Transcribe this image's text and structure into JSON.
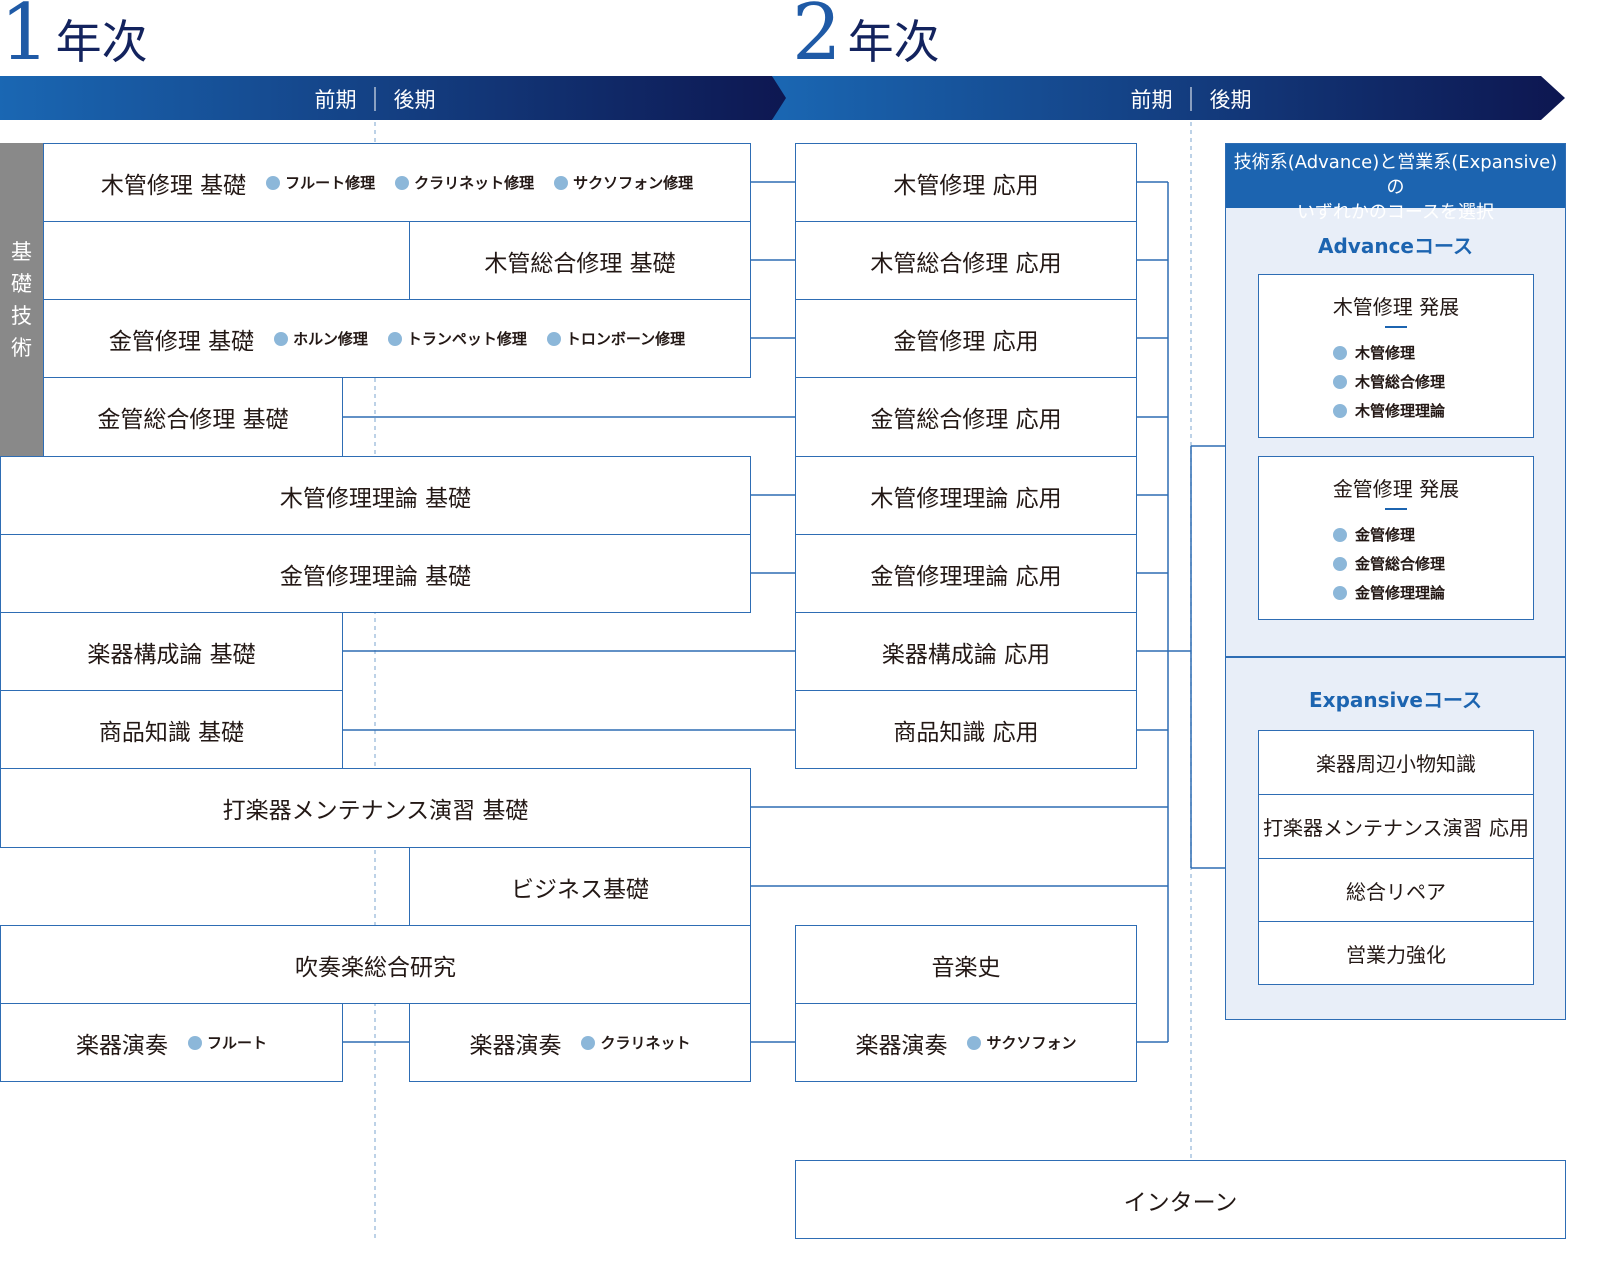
{
  "year1": {
    "num": "1",
    "label": "年次",
    "term_early": "前期",
    "term_late": "後期"
  },
  "year2": {
    "num": "2",
    "label": "年次",
    "term_early": "前期",
    "term_late": "後期"
  },
  "side_label": [
    "基",
    "礎",
    "技",
    "術"
  ],
  "y1": {
    "wood_basic": "木管修理 基礎",
    "wood_subs": [
      "フルート修理",
      "クラリネット修理",
      "サクソフォン修理"
    ],
    "wood_total_basic": "木管総合修理 基礎",
    "brass_basic": "金管修理 基礎",
    "brass_subs": [
      "ホルン修理",
      "トランペット修理",
      "トロンボーン修理"
    ],
    "brass_total_basic": "金管総合修理 基礎",
    "wood_theory_basic": "木管修理理論 基礎",
    "brass_theory_basic": "金管修理理論 基礎",
    "instr_struct_basic": "楽器構成論 基礎",
    "product_basic": "商品知識 基礎",
    "perc_basic": "打楽器メンテナンス演習 基礎",
    "business": "ビジネス基礎",
    "band": "吹奏楽総合研究",
    "perf_flute": "楽器演奏",
    "perf_flute_sub": "フルート",
    "perf_clar": "楽器演奏",
    "perf_clar_sub": "クラリネット"
  },
  "y2": {
    "items": [
      "木管修理 応用",
      "木管総合修理 応用",
      "金管修理 応用",
      "金管総合修理 応用",
      "木管修理理論 応用",
      "金管修理理論 応用",
      "楽器構成論 応用",
      "商品知識 応用"
    ],
    "music_history": "音楽史",
    "perf_sax": "楽器演奏",
    "perf_sax_sub": "サクソフォン",
    "intern": "インターン"
  },
  "panel": {
    "header_line1": "技術系(Advance)と営業系(Expansive)の",
    "header_line2": "いずれかのコースを選択",
    "advance_title": "Advanceコース",
    "adv_boxes": [
      {
        "title": "木管修理 発展",
        "items": [
          "木管修理",
          "木管総合修理",
          "木管修理理論"
        ]
      },
      {
        "title": "金管修理 発展",
        "items": [
          "金管修理",
          "金管総合修理",
          "金管修理理論"
        ]
      }
    ],
    "expansive_title": "Expansiveコース",
    "exp_items": [
      "楽器周辺小物知識",
      "打楽器メンテナンス演習 応用",
      "総合リペア",
      "営業力強化"
    ]
  }
}
